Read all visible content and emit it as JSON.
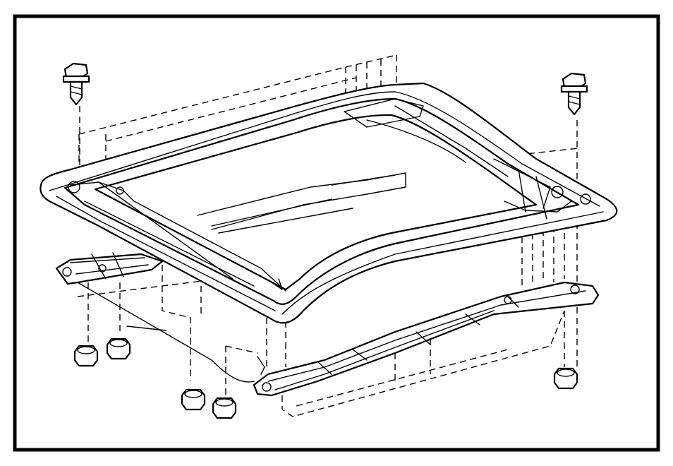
{
  "figure": {
    "border_color": "#000000",
    "background": "#ffffff",
    "parts": {
      "frame": "sunroof-housing-frame",
      "rails": [
        "left-guide-rail",
        "right-guide-rail"
      ],
      "bolts": [
        "bolt-front-left",
        "bolt-front-right"
      ],
      "nuts": [
        "nut-1",
        "nut-2",
        "nut-3",
        "nut-4",
        "nut-5"
      ]
    }
  }
}
